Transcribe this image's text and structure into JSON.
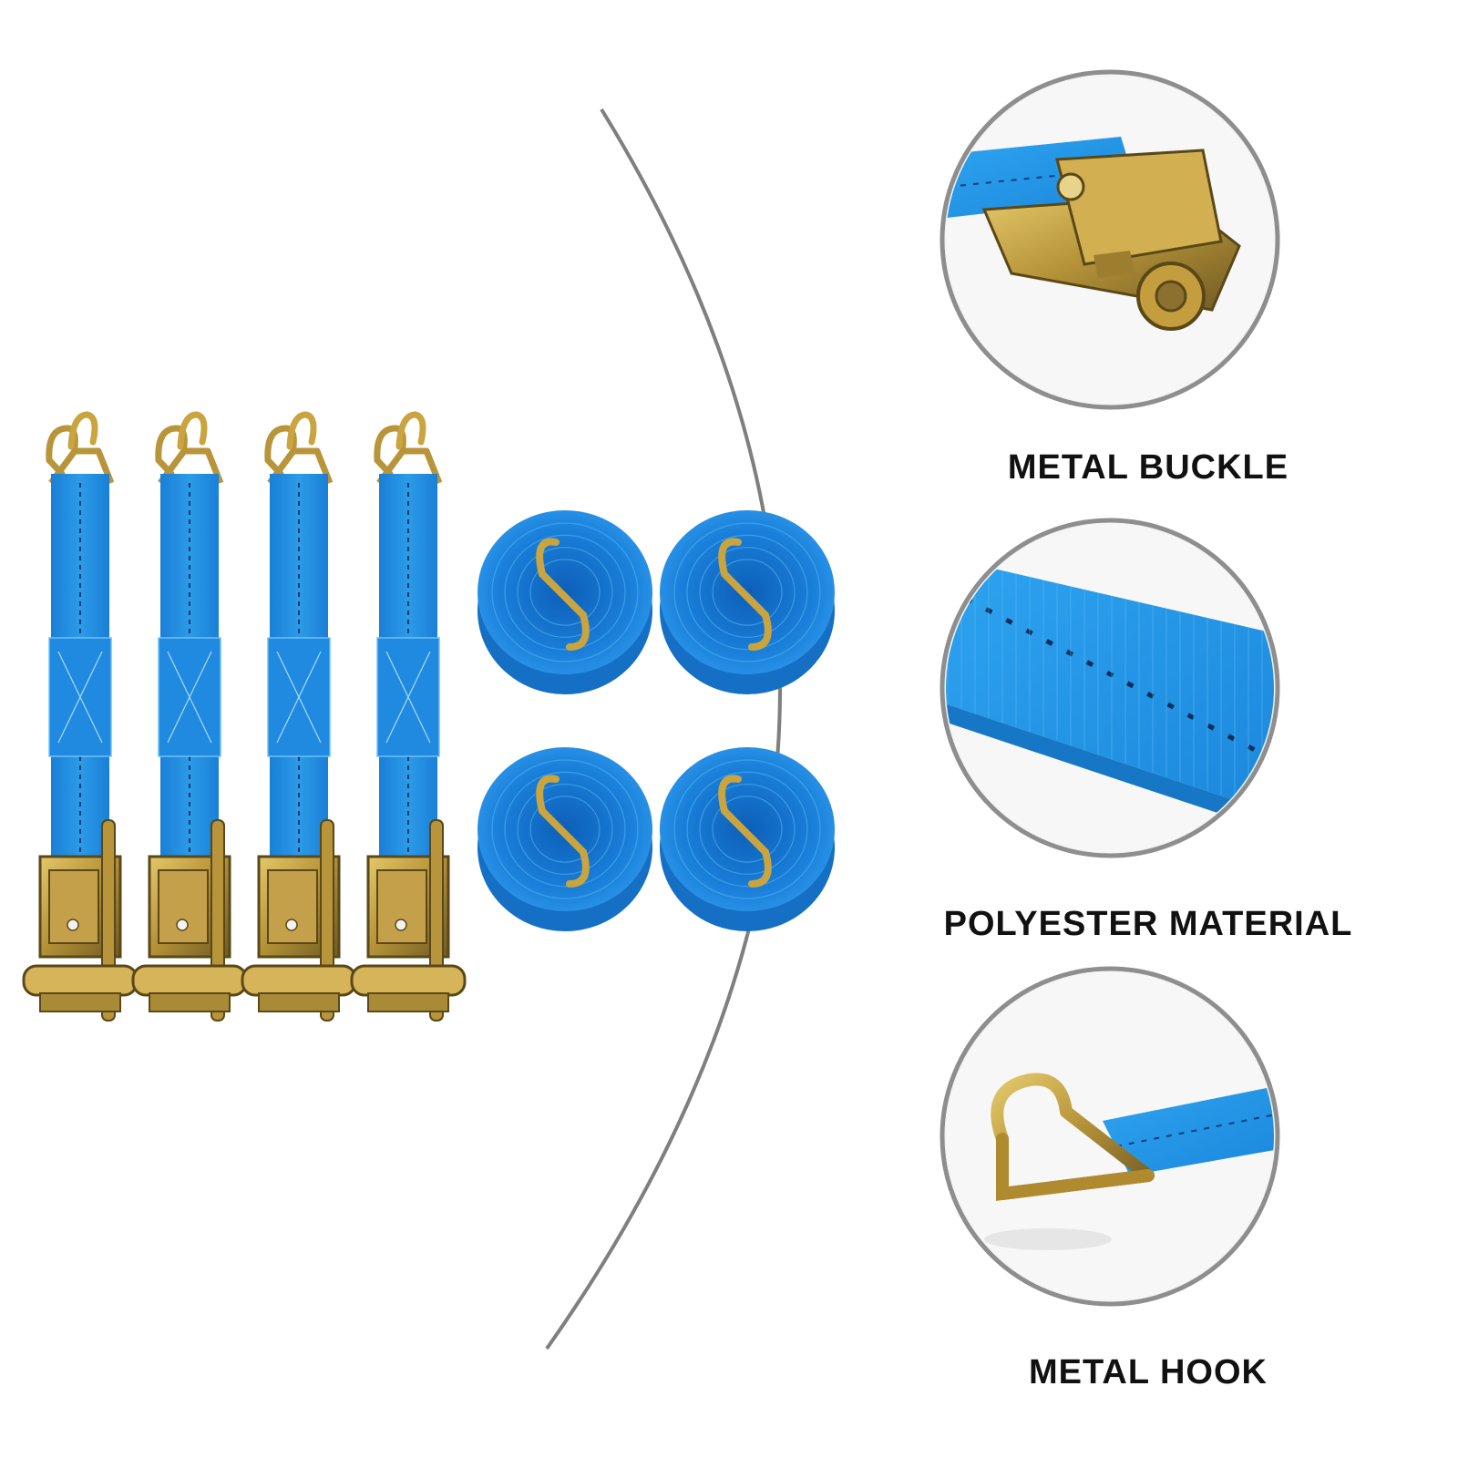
{
  "features": {
    "buckle_label": "METAL BUCKLE",
    "polyester_label": "POLYESTER MATERIAL",
    "hook_label": "METAL HOOK"
  },
  "product": {
    "ratchet_strap_count": 4,
    "coiled_strap_count": 4
  },
  "colors": {
    "strap_blue": "#1e8fe0",
    "strap_blue_dark": "#0f5fae",
    "metal_gold": "#c9a43f",
    "metal_dark": "#7a6328",
    "circle_border": "#8e8e8e",
    "arc_gray": "#7f7f7f"
  }
}
